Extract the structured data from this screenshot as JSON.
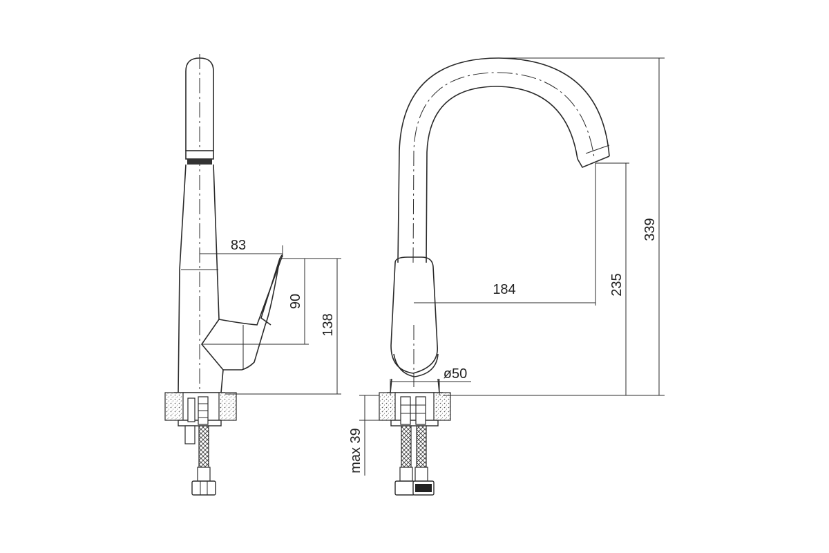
{
  "dimensions": {
    "lever_reach": "83",
    "lever_height": "90",
    "lever_total_height": "138",
    "spout_reach": "184",
    "spout_outlet_height": "235",
    "overall_height": "339",
    "base_diameter": "ø50",
    "max_counter_thickness": "max 39"
  }
}
